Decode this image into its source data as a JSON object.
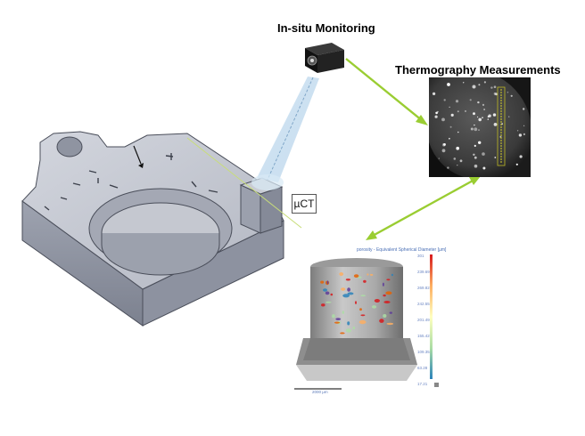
{
  "labels": {
    "in_situ": "In-situ Monitoring",
    "thermography": "Thermography Measurements",
    "micro_ct": "µCT"
  },
  "ct_panel": {
    "colorbar_title": "porosity - Equivalent Spherical Diameter [µm]",
    "colorbar_ticks": [
      "301",
      "239.69",
      "269.82",
      "242.55",
      "201.49",
      "155.42",
      "109.35",
      "63.28",
      "17.21"
    ],
    "scale_bar": "2000 µm"
  },
  "colors": {
    "arrow": "#9ACD32",
    "part_fill": "#b9bcc6",
    "part_edge": "#4a4e5a"
  }
}
